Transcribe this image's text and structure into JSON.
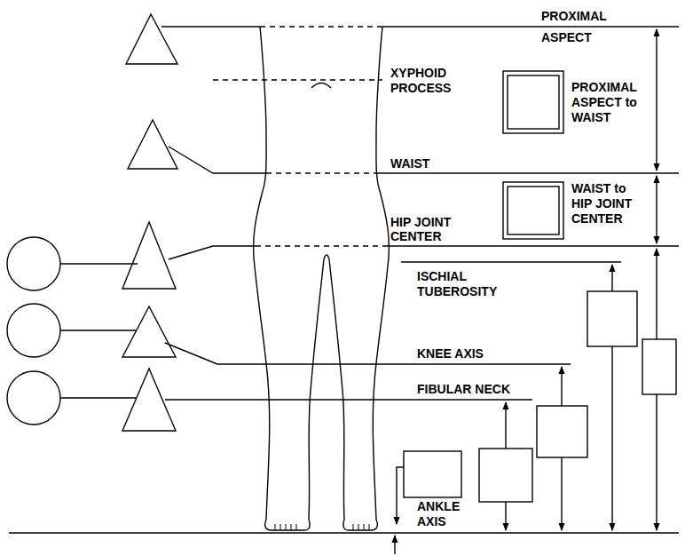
{
  "diagram": {
    "labels": [
      "PROXIMAL ASPECT",
      "XYPHOID PROCESS",
      "PROXIMAL ASPECT to WAIST",
      "WAIST",
      "WAIST to HIP JOINT CENTER",
      "HIP JOINT CENTER",
      "ISCHIAL TUBEROSITY",
      "KNEE AXIS",
      "FIBULAR NECK",
      "ANKLE AXIS"
    ]
  }
}
